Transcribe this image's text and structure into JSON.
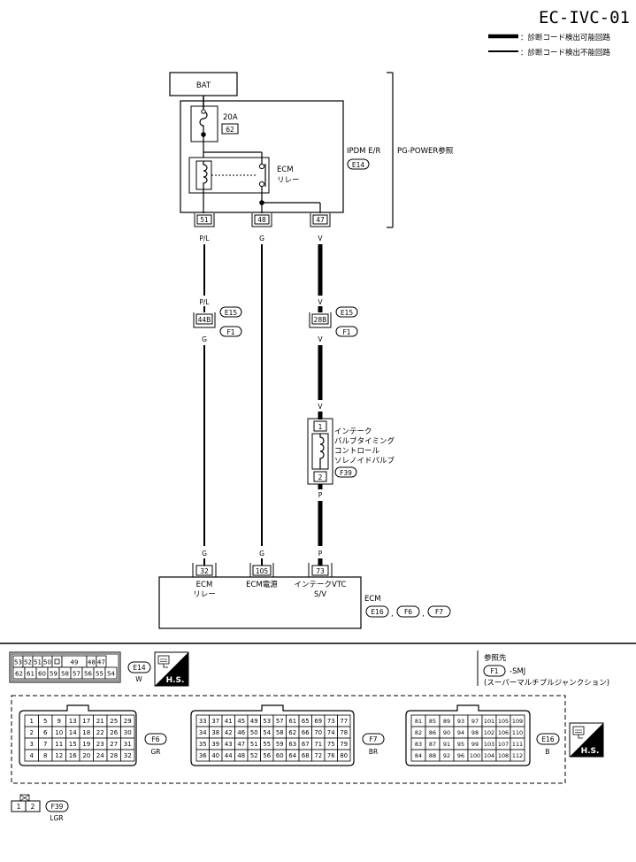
{
  "page_code": "EC-IVC-01",
  "legend": {
    "thick": "：診断コード検出可能回路",
    "thin": "：診断コード検出不能回路"
  },
  "bat": "BAT",
  "fuse": {
    "amp": "20A",
    "num": "62"
  },
  "ecm_relay": {
    "line1": "ECM",
    "line2": "リレー"
  },
  "ipdm": {
    "name": "IPDM E/R",
    "conn": "E14",
    "ref": "PG-POWER参照"
  },
  "ipdm_pins": [
    "51",
    "48",
    "47"
  ],
  "wire_colors": {
    "w1_top": "P/L",
    "w2": "G",
    "w3_top": "V",
    "w1_mid": "P/L",
    "w1_low": "G",
    "w3_mid": "V",
    "w3_low": "V",
    "w3_sol_in": "V",
    "w3_sol_out": "P",
    "w1_bottom": "G",
    "w2_bottom": "G",
    "w3_bottom": "P"
  },
  "junction_a": {
    "pin": "44B",
    "conns": [
      "E15",
      "F1"
    ]
  },
  "junction_b": {
    "pin": "28B",
    "conns": [
      "E15",
      "F1"
    ]
  },
  "solenoid": {
    "pin_in": "1",
    "pin_out": "2",
    "conn": "F39",
    "lines": [
      "インテーク",
      "バルブタイミング",
      "コントロール",
      "ソレノイドバルブ"
    ]
  },
  "ecm_pins": [
    {
      "pin": "32",
      "l1": "ECM",
      "l2": "リレー"
    },
    {
      "pin": "105",
      "l1": "ECM電源",
      "l2": ""
    },
    {
      "pin": "73",
      "l1": "インテークVTC",
      "l2": "S/V"
    }
  ],
  "ecm": {
    "name": "ECM",
    "conns": [
      "E16",
      "F6",
      "F7"
    ],
    "sep": ","
  },
  "reference": {
    "title": "参照先",
    "conn": "F1",
    "desc": "-SMJ",
    "note": "(スーパーマルチプルジャンクション)"
  },
  "connectors": {
    "e14": {
      "id": "E14",
      "color": "W",
      "hs": "H.S.",
      "rows": [
        [
          "53",
          "52",
          "51",
          "50",
          "",
          "49",
          "48",
          "47"
        ],
        [
          "62",
          "61",
          "60",
          "59",
          "58",
          "57",
          "56",
          "55",
          "54"
        ]
      ]
    },
    "f6": {
      "id": "F6",
      "color": "GR",
      "rows": [
        [
          "1",
          "5",
          "9",
          "13",
          "17",
          "21",
          "25",
          "29"
        ],
        [
          "2",
          "6",
          "10",
          "14",
          "18",
          "22",
          "26",
          "30"
        ],
        [
          "3",
          "7",
          "11",
          "15",
          "19",
          "23",
          "27",
          "31"
        ],
        [
          "4",
          "8",
          "12",
          "16",
          "20",
          "24",
          "28",
          "32"
        ]
      ]
    },
    "f7": {
      "id": "F7",
      "color": "BR",
      "rows": [
        [
          "33",
          "37",
          "41",
          "45",
          "49",
          "53",
          "57",
          "61",
          "65",
          "69",
          "73",
          "77"
        ],
        [
          "34",
          "38",
          "42",
          "46",
          "50",
          "54",
          "58",
          "62",
          "66",
          "70",
          "74",
          "78"
        ],
        [
          "35",
          "39",
          "43",
          "47",
          "51",
          "55",
          "59",
          "63",
          "67",
          "71",
          "75",
          "79"
        ],
        [
          "36",
          "40",
          "44",
          "48",
          "52",
          "56",
          "60",
          "64",
          "68",
          "72",
          "76",
          "80"
        ]
      ]
    },
    "e16": {
      "id": "E16",
      "color": "B",
      "hs": "H.S.",
      "rows": [
        [
          "81",
          "85",
          "89",
          "93",
          "97",
          "101",
          "105",
          "109"
        ],
        [
          "82",
          "86",
          "90",
          "94",
          "98",
          "102",
          "106",
          "110"
        ],
        [
          "83",
          "87",
          "91",
          "95",
          "99",
          "103",
          "107",
          "111"
        ],
        [
          "84",
          "88",
          "92",
          "96",
          "100",
          "104",
          "108",
          "112"
        ]
      ]
    },
    "f39": {
      "id": "F39",
      "color": "LGR",
      "pins": [
        "1",
        "2"
      ]
    }
  },
  "icons": {
    "connector_hand": "connector-hand-icon",
    "cover": "connector-cover-icon"
  }
}
